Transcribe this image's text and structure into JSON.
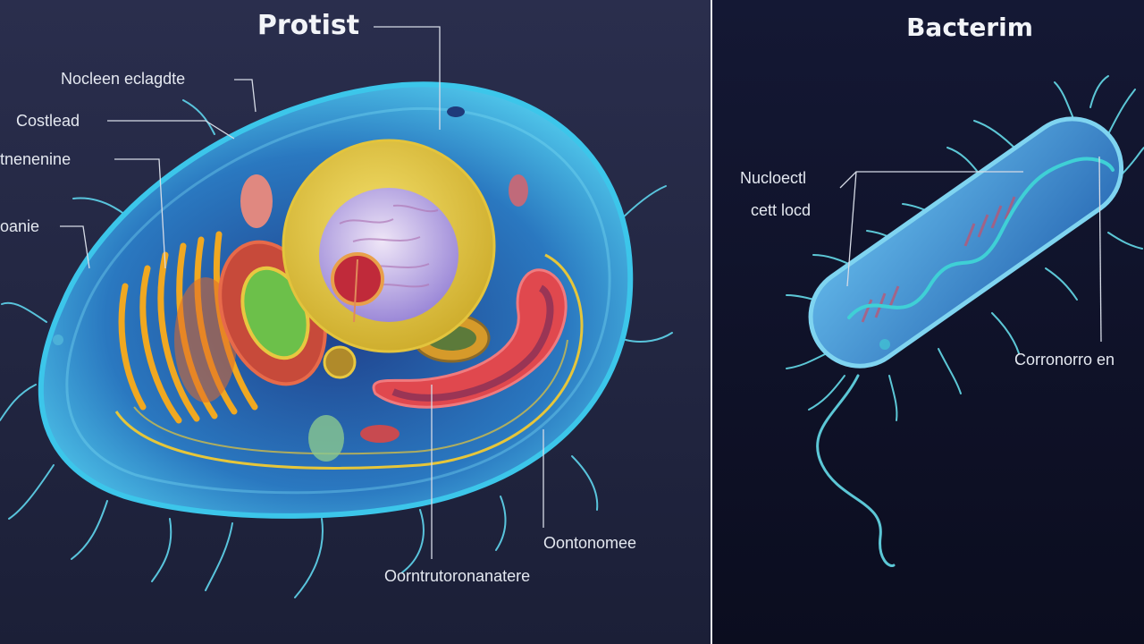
{
  "left_panel": {
    "title": "Protist",
    "labels": {
      "nucleus": "Nocleen eclagdte",
      "cytoplasm": "Costlead",
      "membrane": "tnenenine",
      "vacuole": "oanie",
      "bottom_right": "Oontonomee",
      "bottom_center": "Oorntrutoronanatere"
    }
  },
  "right_panel": {
    "title": "Bacterim",
    "labels": {
      "nucleoid_line1": "Nucloectl",
      "nucleoid_line2": "cett locd",
      "right": "Corronorro en"
    }
  },
  "colors": {
    "background_left": "#232744",
    "background_right": "#10132a",
    "divider": "#e8ebf2",
    "cell_membrane": "#39c3e8",
    "cell_interior": "#2c82c4",
    "nucleus_outer": "#e9d04a",
    "nucleolus": "#9a88d6",
    "golgi": "#f0a821",
    "er": "#e0484e",
    "chloroplast": "#6cc04a",
    "bacterium_body": "#4a9ed8",
    "dna_strand": "#3fd0d6",
    "flagella": "#5cc7d6"
  }
}
